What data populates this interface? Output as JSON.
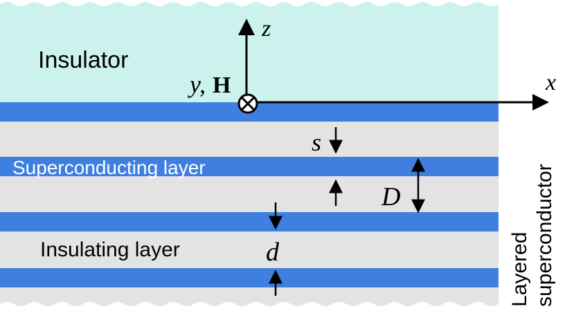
{
  "colors": {
    "insulator": "#ccf2ee",
    "superconductor_bg": "#e3e3e3",
    "superconducting_layer": "#3f7fe0",
    "arrow": "#000000",
    "white_label": "#ffffff"
  },
  "labels": {
    "insulator": "Insulator",
    "superconducting_layer": "Superconducting layer",
    "insulating_layer": "Insulating layer",
    "layered_superconductor_line1": "Layered",
    "layered_superconductor_line2": "superconductor"
  },
  "axes": {
    "z": "z",
    "x": "x",
    "y": "y,",
    "field": "H"
  },
  "dimensions": {
    "s": "s",
    "D": "D",
    "d": "d"
  }
}
